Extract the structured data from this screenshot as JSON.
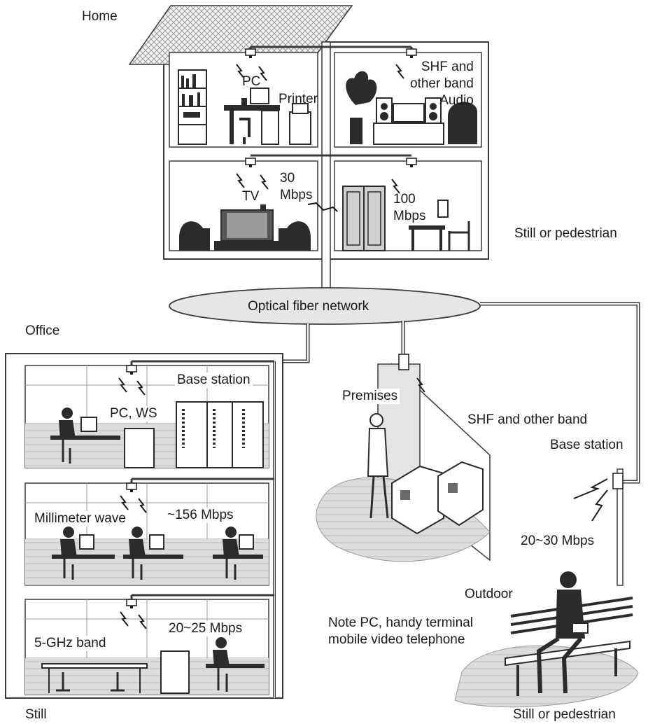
{
  "labels": {
    "home": "Home",
    "pc": "PC",
    "printer": "Printer",
    "shf_home": "SHF and\nother band\nAudio",
    "mbps30": "30\nMbps",
    "tv": "TV",
    "mbps100": "100\nMbps",
    "still_ped_home": "Still or pedestrian",
    "optical_fiber": "Optical fiber network",
    "office": "Office",
    "base_station_office": "Base station",
    "pc_ws": "PC, WS",
    "millimeter_wave": "Millimeter wave",
    "mbps156": "~156 Mbps",
    "ghz5": "5-GHz band",
    "mbps20_25": "20~25 Mbps",
    "still": "Still",
    "premises": "Premises",
    "shf_other": "SHF and other band",
    "base_station_out": "Base station",
    "mbps20_30": "20~30 Mbps",
    "outdoor": "Outdoor",
    "note_pc": "Note PC, handy terminal\nmobile video telephone",
    "still_ped_out": "Still or pedestrian"
  },
  "colors": {
    "outline": "#3a3a3a",
    "wall": "#c8c8c8",
    "ellipse_fill": "#e6e6e6",
    "furniture": "#2b2b2b"
  },
  "icons": [
    "antenna-icon",
    "lightning-icon",
    "person-icon",
    "desk-icon",
    "chair-icon",
    "sofa-icon",
    "plant-icon",
    "bench-icon"
  ]
}
